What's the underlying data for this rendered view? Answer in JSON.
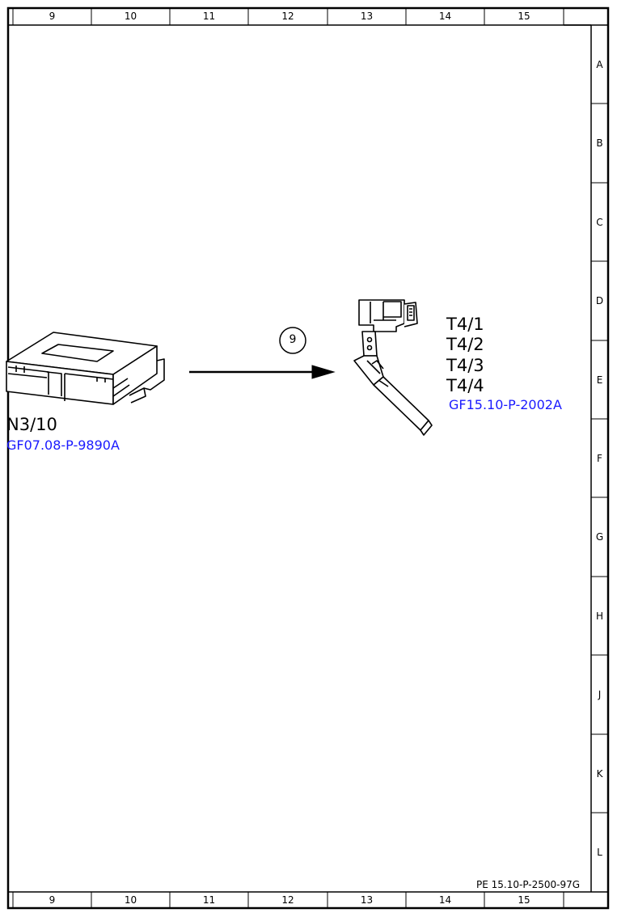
{
  "frame": {
    "columns_top": [
      "9",
      "10",
      "11",
      "12",
      "13",
      "14",
      "15"
    ],
    "columns_bottom": [
      "9",
      "10",
      "11",
      "12",
      "13",
      "14",
      "15"
    ],
    "rows": [
      "A",
      "B",
      "C",
      "D",
      "E",
      "F",
      "G",
      "H",
      "J",
      "K",
      "L"
    ]
  },
  "components": {
    "control_unit": {
      "designation": "N3/10",
      "reference_link": "GF07.08-P-9890A"
    },
    "ignition_coils": {
      "designations": [
        "T4/1",
        "T4/2",
        "T4/3",
        "T4/4"
      ],
      "reference_link": "GF15.10-P-2002A"
    }
  },
  "callout": {
    "number": "9"
  },
  "document_id": "PE 15.10-P-2500-97G"
}
